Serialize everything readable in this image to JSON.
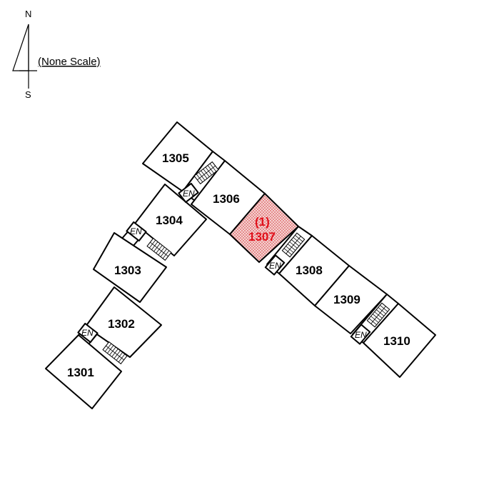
{
  "compass": {
    "north": "N",
    "south": "S"
  },
  "scale_note": "(None Scale)",
  "entrance_label": "EN",
  "highlight": {
    "number": "(1)",
    "unit": "1307",
    "color": "#e0101a"
  },
  "units": {
    "u1301": "1301",
    "u1302": "1302",
    "u1303": "1303",
    "u1304": "1304",
    "u1305": "1305",
    "u1306": "1306",
    "u1308": "1308",
    "u1309": "1309",
    "u1310": "1310"
  }
}
